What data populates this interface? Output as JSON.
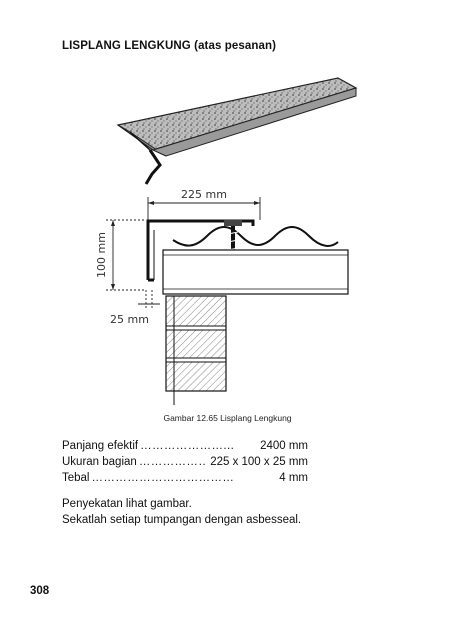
{
  "heading": "LISPLANG LENGKUNG (atas pesanan)",
  "figure": {
    "dimension_width": "225 mm",
    "dimension_height": "100 mm",
    "dimension_thickness": "25 mm",
    "caption": "Gambar 12.65 Lisplang Lengkung"
  },
  "specs": [
    {
      "label": "Panjang efektif",
      "dots": "…………………...",
      "value": "2400 mm"
    },
    {
      "label": "Ukuran bagian",
      "dots": "……………………",
      "value": "225 x 100 x 25 mm"
    },
    {
      "label": "Tebal",
      "dots": "………………………………",
      "value": "4 mm"
    }
  ],
  "notes": [
    "Penyekatan lihat gambar.",
    "Sekatlah setiap tumpangan dengan asbesseal."
  ],
  "page_number": "308"
}
